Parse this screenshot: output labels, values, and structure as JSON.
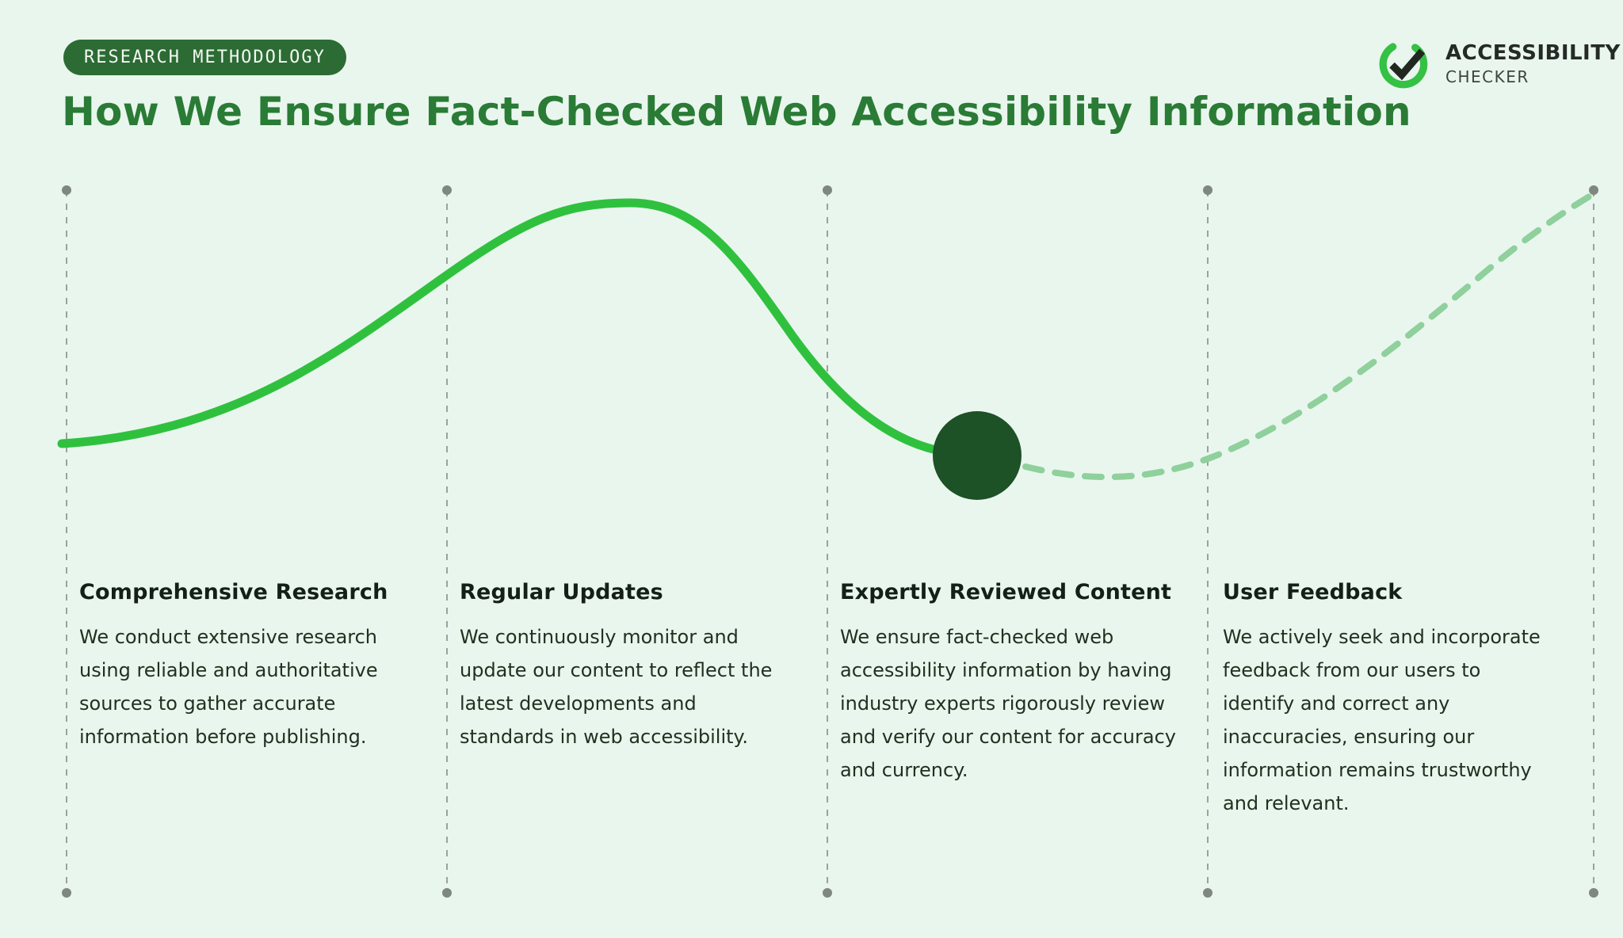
{
  "badge": {
    "label": "RESEARCH METHODOLOGY"
  },
  "header": {
    "title": "How We Ensure Fact-Checked Web Accessibility Information"
  },
  "logo": {
    "name": "ACCESSIBILITY",
    "subname": "CHECKER"
  },
  "columns": [
    {
      "heading": "Comprehensive Research",
      "body": "We conduct extensive research using reliable and authoritative sources to gather accurate information before publishing."
    },
    {
      "heading": "Regular Updates",
      "body": "We continuously monitor and update our content to reflect the latest developments and standards in web accessibility."
    },
    {
      "heading": "Expertly Reviewed Content",
      "body": "We ensure fact-checked web accessibility information by having industry experts rigorously review and verify our content for accuracy and currency."
    },
    {
      "heading": "User Feedback",
      "body": "We actively seek and incorporate feedback from our users to identify and correct any inaccuracies, ensuring our information remains trustworthy and relevant."
    }
  ],
  "colors": {
    "background": "#e9f6ee",
    "badge_bg": "#2c6b34",
    "title_green": "#2a7b35",
    "curve_solid": "#2fc13e",
    "curve_dashed": "#8fd09c",
    "marker_dark_green": "#1d5126",
    "divider_gray": "#99a399",
    "text_dark": "#141f15"
  }
}
